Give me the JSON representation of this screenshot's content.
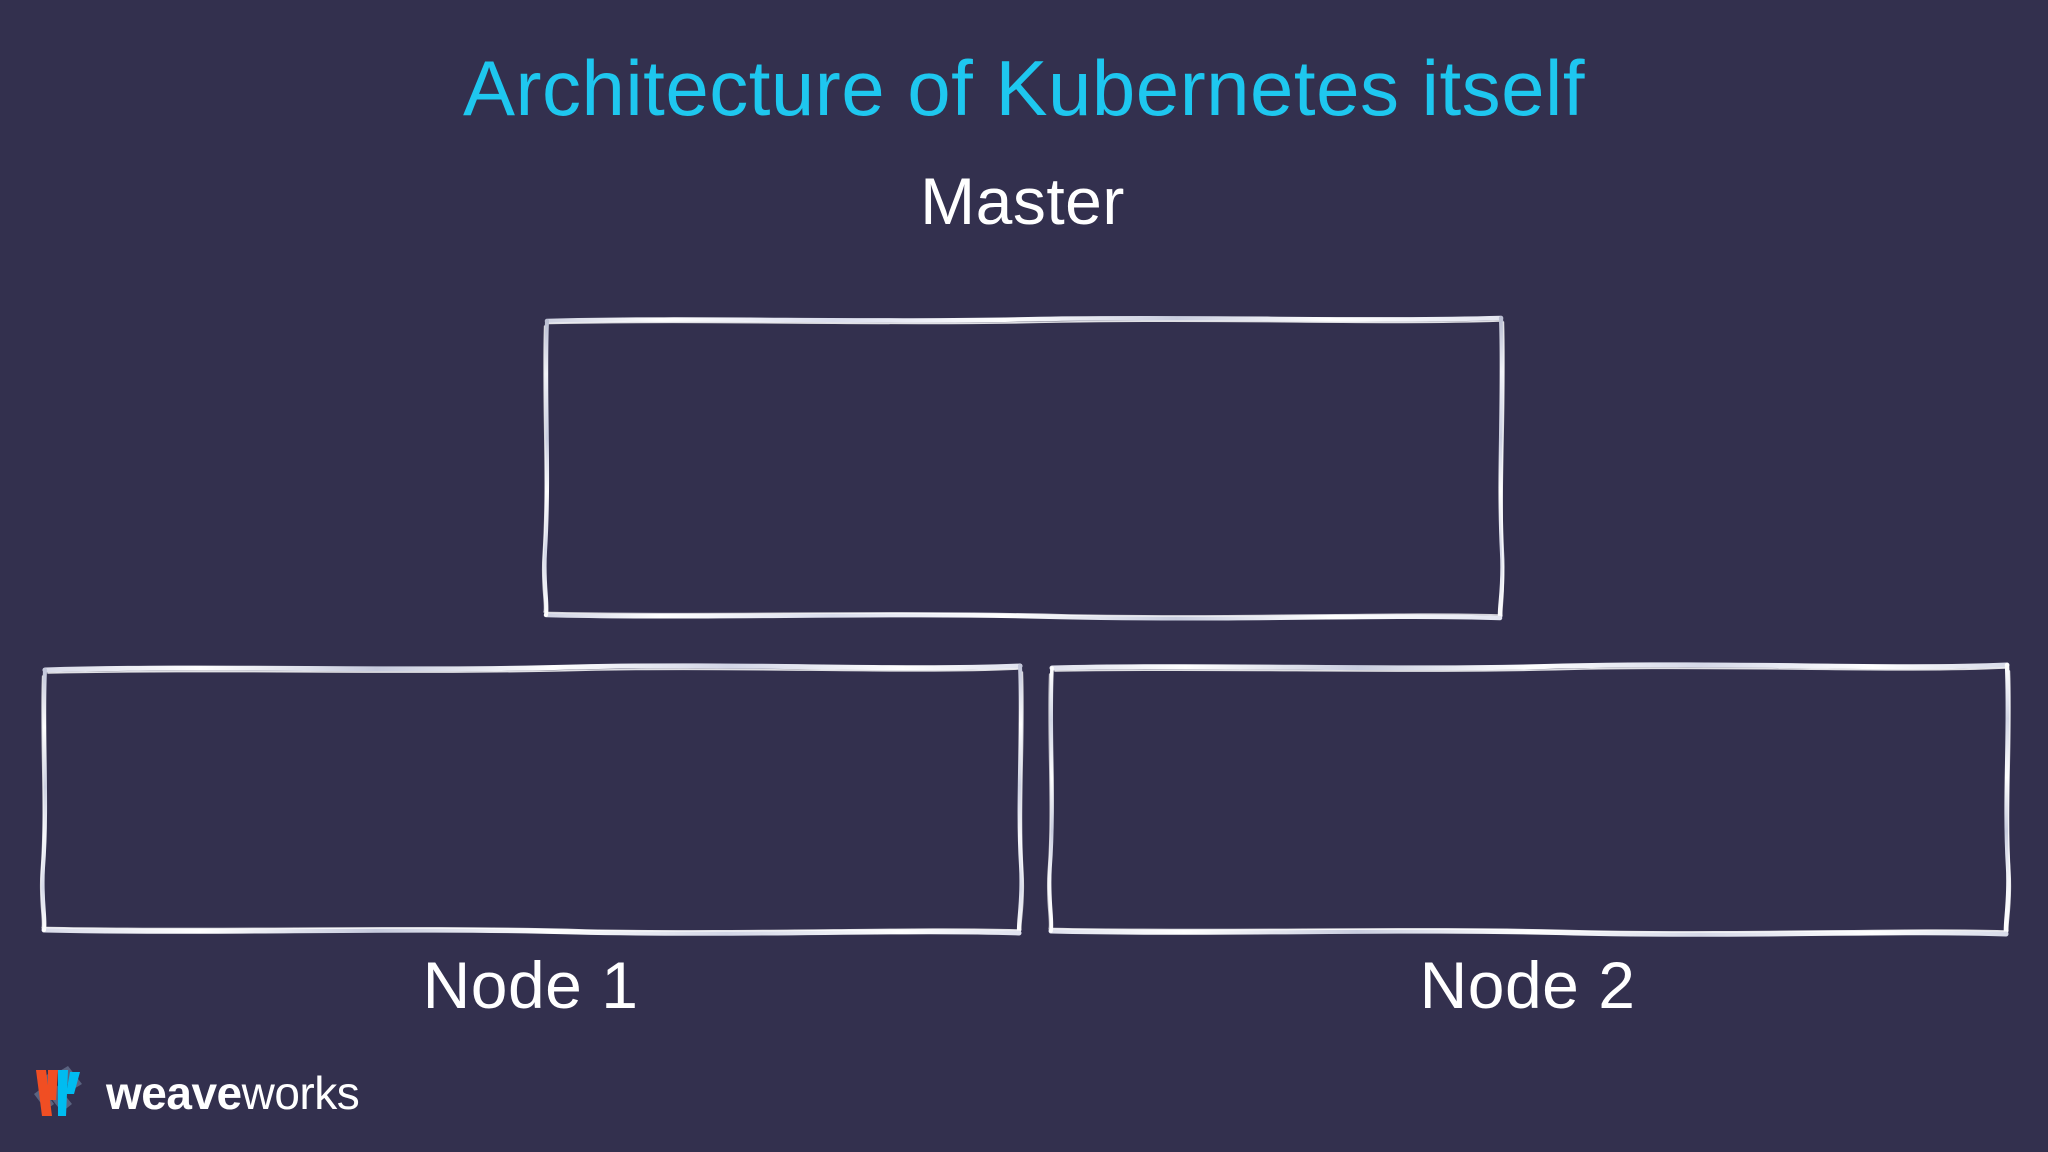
{
  "slide": {
    "title": "Architecture of Kubernetes itself",
    "background_color": "#33304e",
    "title_color": "#1ec7ef",
    "text_color": "#ffffff",
    "stroke_color": "#e8e9f2"
  },
  "diagram": {
    "type": "box-diagram",
    "boxes": [
      {
        "id": "master",
        "label": "Master",
        "label_position": "above",
        "style": "hand-drawn-outline",
        "contents": []
      },
      {
        "id": "node-1",
        "label": "Node 1",
        "label_position": "below",
        "style": "hand-drawn-outline",
        "contents": []
      },
      {
        "id": "node-2",
        "label": "Node 2",
        "label_position": "below",
        "style": "hand-drawn-outline",
        "contents": []
      }
    ]
  },
  "labels": {
    "master": "Master",
    "node1": "Node 1",
    "node2": "Node 2"
  },
  "brand": {
    "name_bold": "weave",
    "name_light": "works",
    "mark_colors": {
      "orange": "#f04e23",
      "cyan": "#00bcf0",
      "slate": "#5a6380"
    }
  }
}
